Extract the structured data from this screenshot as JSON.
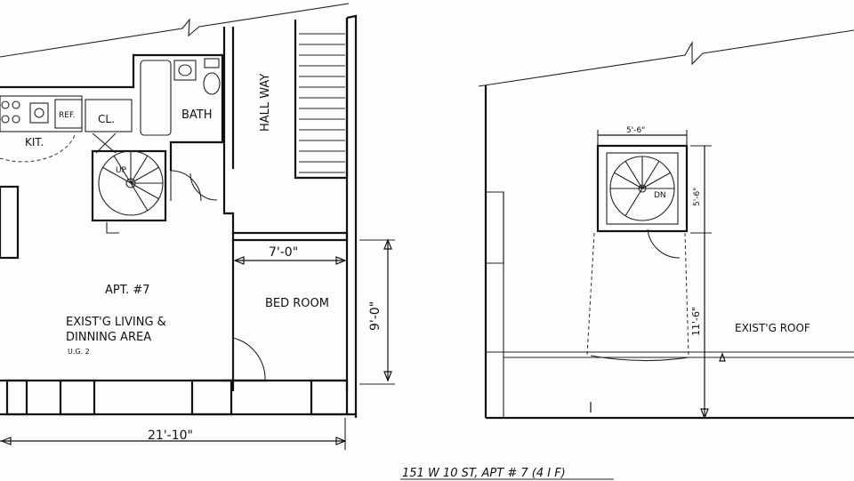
{
  "labels": {
    "hallway": "HALL WAY",
    "bath": "BATH",
    "closet": "CL.",
    "kitchen": "KIT.",
    "refrigerator": "REF.",
    "up": "UP",
    "down": "DN",
    "apt": "APT. #7",
    "living_line1": "EXIST'G LIVING &",
    "living_line2": "DINNING AREA",
    "living_note": "U.G. 2",
    "bedroom": "BED ROOM",
    "roof": "EXIST'G ROOF"
  },
  "dimensions": {
    "bedroom_width": "7'-0\"",
    "bedroom_depth": "9'-0\"",
    "overall_width": "21'-10\"",
    "stair_width": "5'-6\"",
    "stair_depth": "5'-6\"",
    "roof_depth": "11'-6\""
  },
  "footer": {
    "caption": "151 W 10 ST, APT # 7 (4 I F)"
  }
}
